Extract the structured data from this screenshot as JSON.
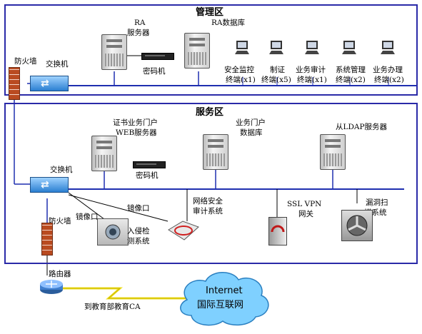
{
  "zones": {
    "management": "管理区",
    "service": "服务区"
  },
  "management": {
    "firewall": "防火墙",
    "switch": "交换机",
    "ra_server": [
      "RA",
      "服务器"
    ],
    "cipher": "密码机",
    "ra_db": "RA数据库",
    "terminals": [
      {
        "line1": "安全监控",
        "line2": "终端(x1)"
      },
      {
        "line1": "制证",
        "line2": "终端(x5)"
      },
      {
        "line1": "业务审计",
        "line2": "终端(x1)"
      },
      {
        "line1": "系统管理",
        "line2": "终端(x2)"
      },
      {
        "line1": "业务办理",
        "line2": "终端(x2)"
      }
    ]
  },
  "service": {
    "switch": "交换机",
    "cert_web": [
      "证书业务门户",
      "WEB服务器"
    ],
    "cipher": "密码机",
    "portal_db": [
      "业务门户",
      "数据库"
    ],
    "ldap": "从LDAP服务器",
    "mirror_port_1": "镜像口",
    "mirror_port_2": "镜像口",
    "ids": [
      "入侵检",
      "测系统"
    ],
    "audit": [
      "网络安全",
      "审计系统"
    ],
    "vpn": [
      "SSL VPN",
      "网关"
    ],
    "scanner": [
      "漏洞扫",
      "描系统"
    ],
    "firewall": "防火墙"
  },
  "external": {
    "router": "路由器",
    "internet_en": "Internet",
    "internet_cn": "国际互联网",
    "ca_link": "到教育部教育CA"
  },
  "colors": {
    "zone_border": "#2a2aa8",
    "bus": "#1f2fb0",
    "link": "#f0e020"
  }
}
